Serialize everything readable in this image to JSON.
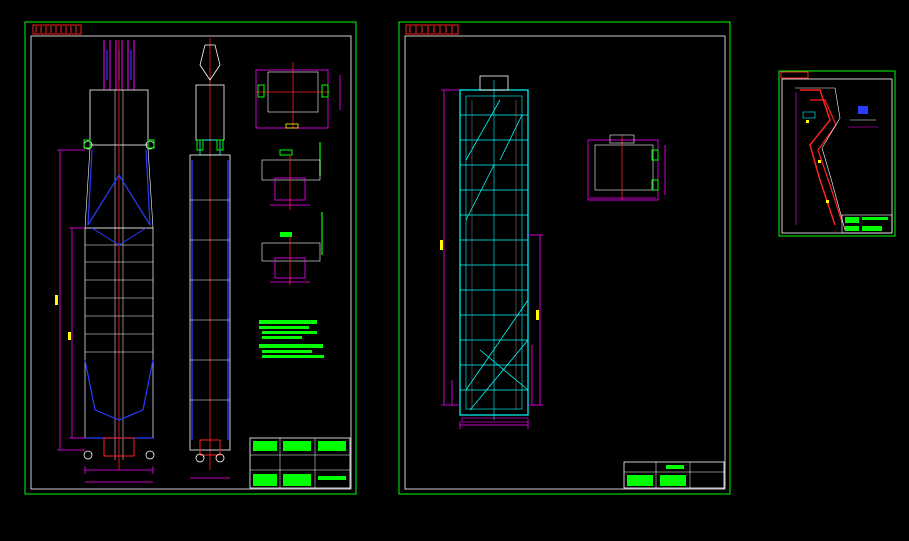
{
  "sheets": [
    {
      "id": "sheet-1"
    },
    {
      "id": "sheet-2"
    },
    {
      "id": "sheet-3"
    }
  ],
  "colors": {
    "background": "#000000",
    "border": "#00ff00",
    "frame": "#ffffff",
    "title_tag": "#ff0000",
    "dimension": "#ff00ff",
    "structure": "#00ffff",
    "hidden": "#2a3cff",
    "centerline": "#ff2020",
    "notes": "#00ff00"
  },
  "icons": [
    "title-block",
    "notes-block",
    "dimension-line"
  ]
}
